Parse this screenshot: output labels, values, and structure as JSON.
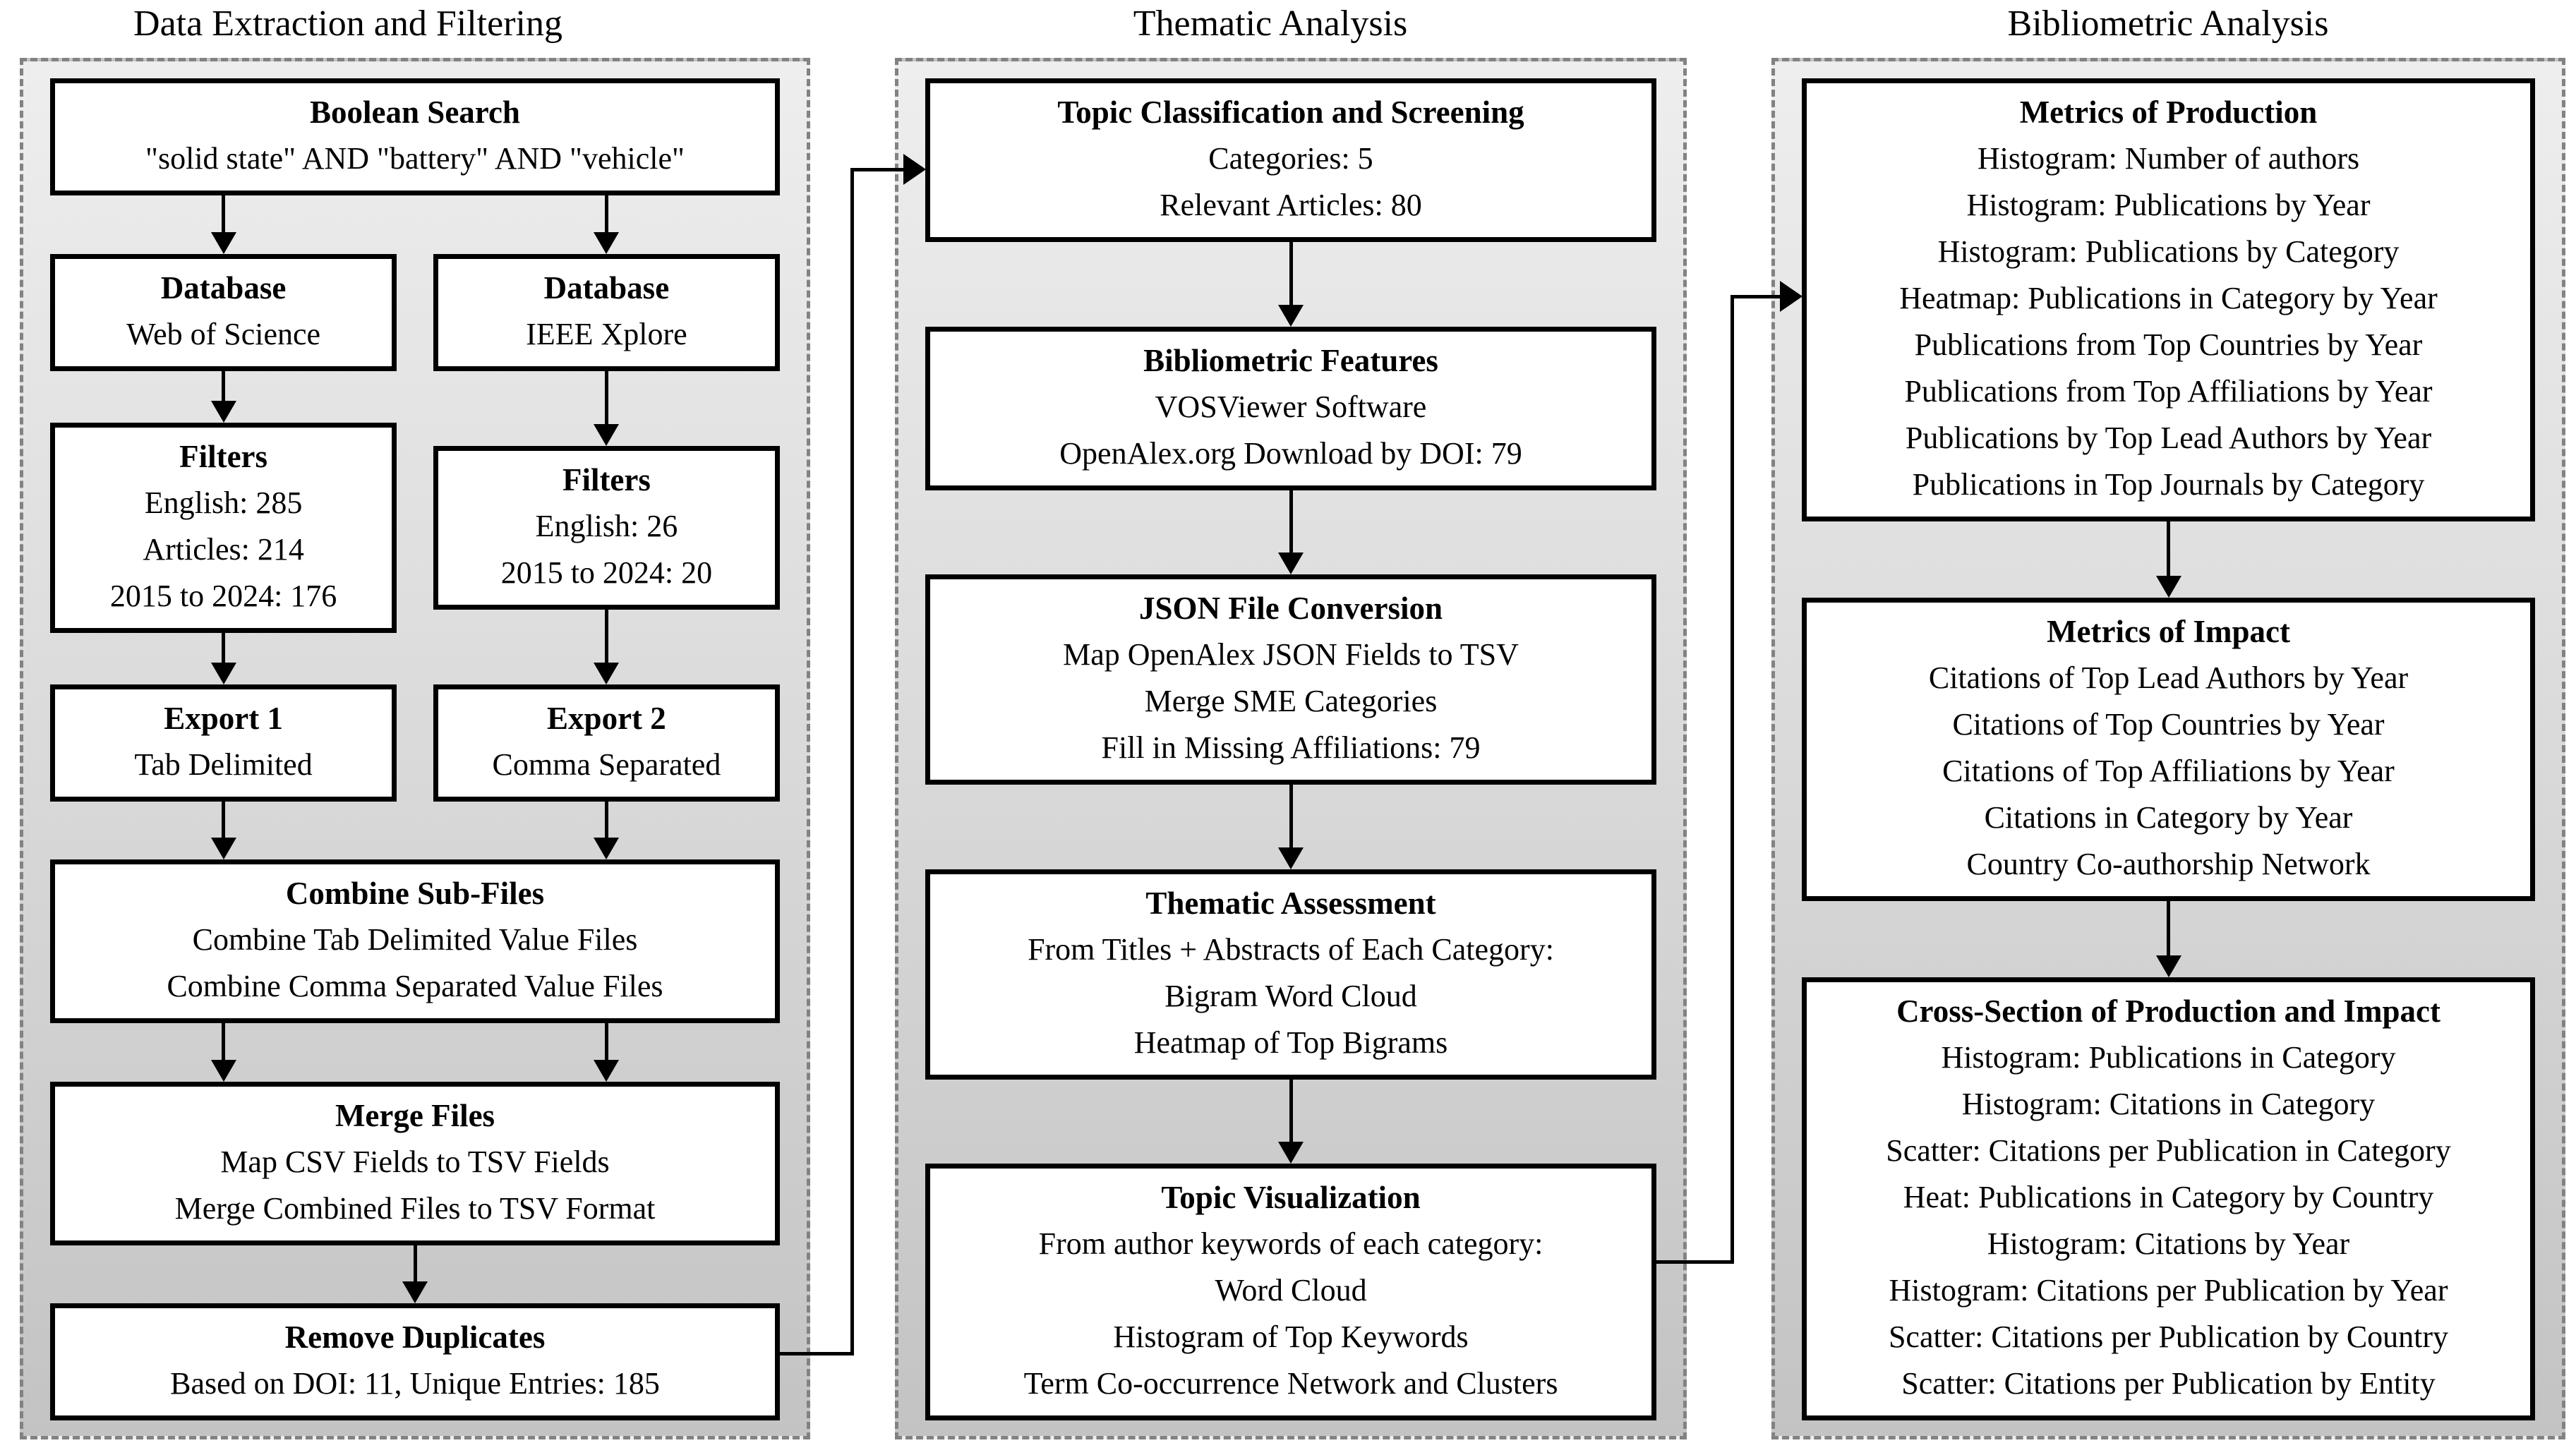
{
  "palette": {
    "page_background": "#ffffff",
    "panel_gradient_top": "#eeeeee",
    "panel_gradient_bottom": "#c3c3c3",
    "panel_dashed_border": "#828282",
    "box_background": "#ffffff",
    "box_border": "#000000",
    "text": "#000000"
  },
  "columns": {
    "left": {
      "title": "Data Extraction and Filtering",
      "boolean_search": {
        "title": "Boolean Search",
        "lines": [
          "\"solid state\" AND \"battery\" AND \"vehicle\""
        ]
      },
      "database_wos": {
        "title": "Database",
        "lines": [
          "Web of Science"
        ]
      },
      "database_ieee": {
        "title": "Database",
        "lines": [
          "IEEE Xplore"
        ]
      },
      "filters_wos": {
        "title": "Filters",
        "lines": [
          "English: 285",
          "Articles: 214",
          "2015 to 2024: 176"
        ]
      },
      "filters_ieee": {
        "title": "Filters",
        "lines": [
          "English: 26",
          "2015 to 2024: 20"
        ]
      },
      "export_1": {
        "title": "Export 1",
        "lines": [
          "Tab Delimited"
        ]
      },
      "export_2": {
        "title": "Export 2",
        "lines": [
          "Comma Separated"
        ]
      },
      "combine": {
        "title": "Combine Sub-Files",
        "lines": [
          "Combine Tab Delimited Value Files",
          "Combine Comma Separated Value Files"
        ]
      },
      "merge": {
        "title": "Merge Files",
        "lines": [
          "Map CSV Fields to TSV Fields",
          "Merge Combined Files to TSV Format"
        ]
      },
      "remove_duplicates": {
        "title": "Remove Duplicates",
        "lines": [
          "Based on DOI: 11, Unique Entries: 185"
        ]
      }
    },
    "middle": {
      "title": "Thematic Analysis",
      "topic_classification": {
        "title": "Topic Classification and Screening",
        "lines": [
          "Categories: 5",
          "Relevant Articles: 80"
        ]
      },
      "bibliometric_features": {
        "title": "Bibliometric Features",
        "lines": [
          "VOSViewer Software",
          "OpenAlex.org Download by DOI: 79"
        ]
      },
      "json_conversion": {
        "title": "JSON File Conversion",
        "lines": [
          "Map OpenAlex JSON Fields to TSV",
          "Merge SME Categories",
          "Fill in Missing Affiliations: 79"
        ]
      },
      "thematic_assessment": {
        "title": "Thematic Assessment",
        "lines": [
          "From Titles + Abstracts of Each Category:",
          "Bigram Word Cloud",
          "Heatmap of Top Bigrams"
        ]
      },
      "topic_visualization": {
        "title": "Topic Visualization",
        "lines": [
          "From author keywords of each category:",
          "Word Cloud",
          "Histogram of Top Keywords",
          "Term Co-occurrence Network and Clusters"
        ]
      }
    },
    "right": {
      "title": "Bibliometric Analysis",
      "metrics_production": {
        "title": "Metrics of Production",
        "lines": [
          "Histogram: Number of authors",
          "Histogram: Publications by Year",
          "Histogram: Publications by Category",
          "Heatmap: Publications in Category by Year",
          "Publications from Top Countries by Year",
          "Publications from Top Affiliations by Year",
          "Publications by Top Lead Authors by Year",
          "Publications in Top Journals by Category"
        ]
      },
      "metrics_impact": {
        "title": "Metrics of Impact",
        "lines": [
          "Citations of Top Lead Authors by Year",
          "Citations of Top Countries by Year",
          "Citations of Top Affiliations by Year",
          "Citations in Category by Year",
          "Country Co-authorship Network"
        ]
      },
      "cross_section": {
        "title": "Cross-Section of Production and Impact",
        "lines": [
          "Histogram: Publications in Category",
          "Histogram: Citations in Category",
          "Scatter: Citations per Publication in Category",
          "Heat: Publications in Category by Country",
          "Histogram: Citations by Year",
          "Histogram: Citations per Publication by Year",
          "Scatter: Citations per Publication by Country",
          "Scatter: Citations per Publication by Entity"
        ]
      }
    }
  }
}
